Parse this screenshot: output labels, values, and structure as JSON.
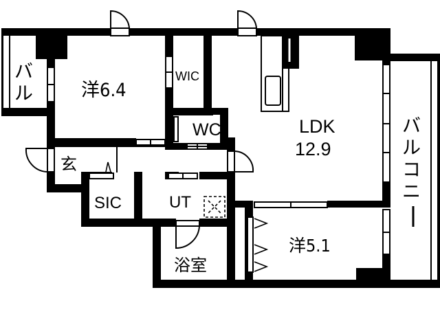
{
  "floor_plan": {
    "type": "apartment",
    "layout": "2LDK",
    "colors": {
      "wall": "#000000",
      "background": "#ffffff",
      "line": "#000000"
    },
    "rooms": [
      {
        "id": "western-room-1",
        "label": "洋6.4",
        "kind": "Western-style room",
        "size_jo": 6.4
      },
      {
        "id": "wic",
        "label": "WIC",
        "kind": "Walk-in closet"
      },
      {
        "id": "wc",
        "label": "WC",
        "kind": "Toilet"
      },
      {
        "id": "ldk",
        "label_line1": "LDK",
        "label_line2": "12.9",
        "kind": "Living Dining Kitchen",
        "size_jo": 12.9
      },
      {
        "id": "entrance",
        "label": "玄",
        "kind": "Entrance"
      },
      {
        "id": "sic",
        "label": "SIC",
        "kind": "Shoe-in closet"
      },
      {
        "id": "ut",
        "label": "UT",
        "kind": "Utility"
      },
      {
        "id": "bathroom",
        "label": "浴室",
        "kind": "Bathroom"
      },
      {
        "id": "western-room-2",
        "label": "洋5.1",
        "kind": "Western-style room",
        "size_jo": 5.1
      },
      {
        "id": "balcony-left",
        "label_chars": [
          "バ",
          "ル"
        ],
        "kind": "Balcony (small)"
      },
      {
        "id": "balcony-right",
        "label_chars": [
          "バ",
          "ル",
          "コ",
          "ニ",
          "ー"
        ],
        "kind": "Balcony"
      }
    ]
  }
}
